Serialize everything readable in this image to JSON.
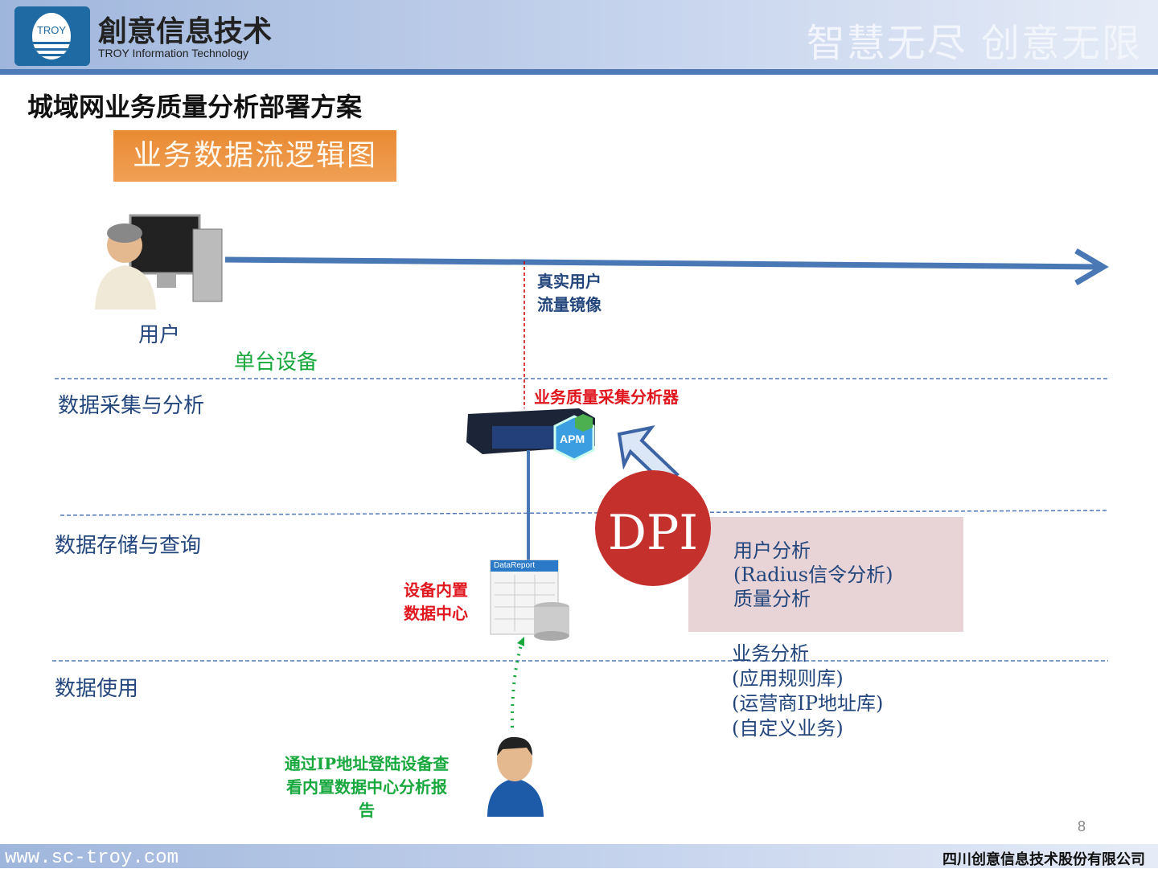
{
  "header": {
    "brand_cn": "創意信息技术",
    "brand_en": "TROY Information Technology",
    "logo_text": "TROY",
    "slogan": "智慧无尽 创意无限"
  },
  "slide": {
    "title": "城域网业务质量分析部署方案",
    "subtitle": "业务数据流逻辑图"
  },
  "diagram": {
    "user_label": "用户",
    "single_device": "单台设备",
    "mirror_label_1": "真实用户",
    "mirror_label_2": "流量镜像",
    "layers": [
      "数据采集与分析",
      "数据存储与查询",
      "数据使用"
    ],
    "analyzer_label": "业务质量采集分析器",
    "apm_badge": "APM",
    "dpi": "DPI",
    "report_title": "DataReport",
    "datacenter_1": "设备内置",
    "datacenter_2": "数据中心",
    "user_analysis": [
      "用户分析",
      "(Radius信令分析)",
      "质量分析"
    ],
    "biz_analysis": [
      "业务分析",
      "(应用规则库)",
      "(运营商IP地址库)",
      "(自定义业务)"
    ],
    "access_note": [
      "通过IP地址登陆设备查",
      "看内置数据中心分析报",
      "告"
    ]
  },
  "footer": {
    "url": "www.sc-troy.com",
    "company": "四川创意信息技术股份有限公司",
    "page": "8"
  }
}
